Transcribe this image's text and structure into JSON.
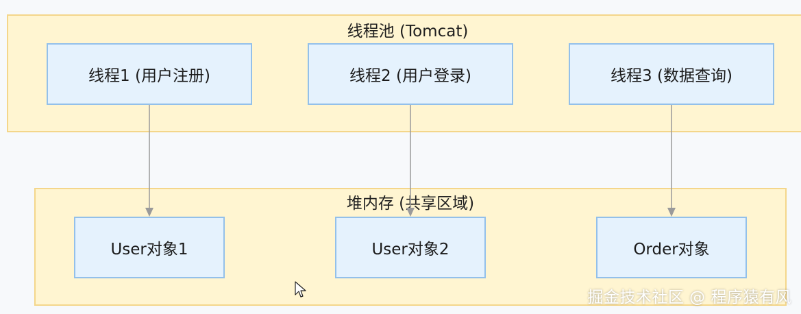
{
  "thread_pool": {
    "title": "线程池 (Tomcat)",
    "threads": [
      {
        "label": "线程1 (用户注册)"
      },
      {
        "label": "线程2 (用户登录)"
      },
      {
        "label": "线程3 (数据查询)"
      }
    ]
  },
  "heap": {
    "title": "堆内存 (共享区域)",
    "objects": [
      {
        "label": "User对象1"
      },
      {
        "label": "User对象2"
      },
      {
        "label": "Order对象"
      }
    ]
  },
  "edges": [
    {
      "from": "线程1 (用户注册)",
      "to": "User对象1"
    },
    {
      "from": "线程2 (用户登录)",
      "to": "User对象2"
    },
    {
      "from": "线程3 (数据查询)",
      "to": "Order对象"
    }
  ],
  "watermark": "掘金技术社区 @ 程序猿有风",
  "colors": {
    "group_fill": "#fff5d1",
    "group_border": "#f4d68a",
    "node_fill": "#e5f2fd",
    "node_border": "#93c0ea",
    "edge": "#9a9a9a"
  }
}
